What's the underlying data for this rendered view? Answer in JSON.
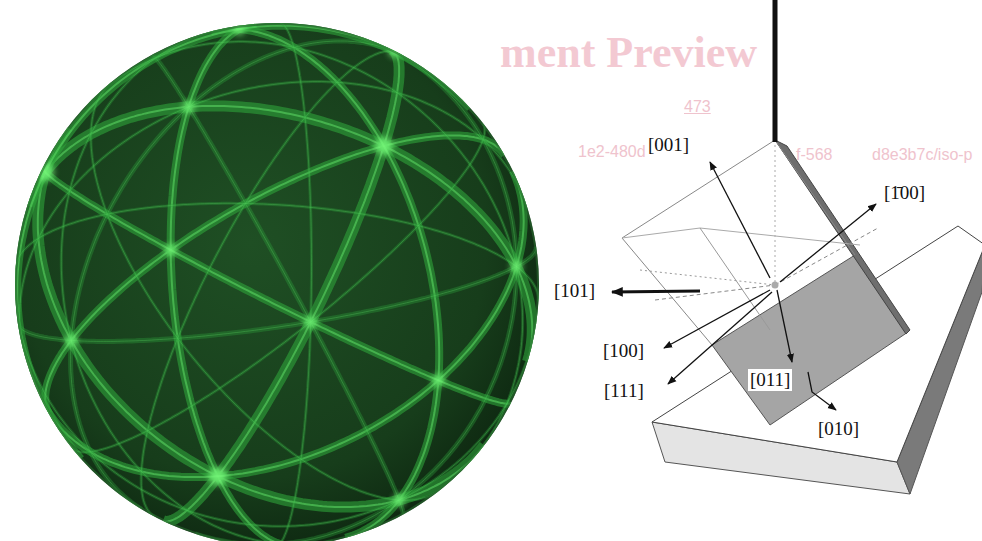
{
  "diagram": {
    "labels": [
      "ment Preview",
      "473",
      "1e2-480d",
      "f-568",
      "d8e3b7c/iso-p",
      "[001]",
      "[1̄00]",
      "[101]",
      "[100]",
      "[011]",
      "[111]",
      "[010]"
    ]
  }
}
